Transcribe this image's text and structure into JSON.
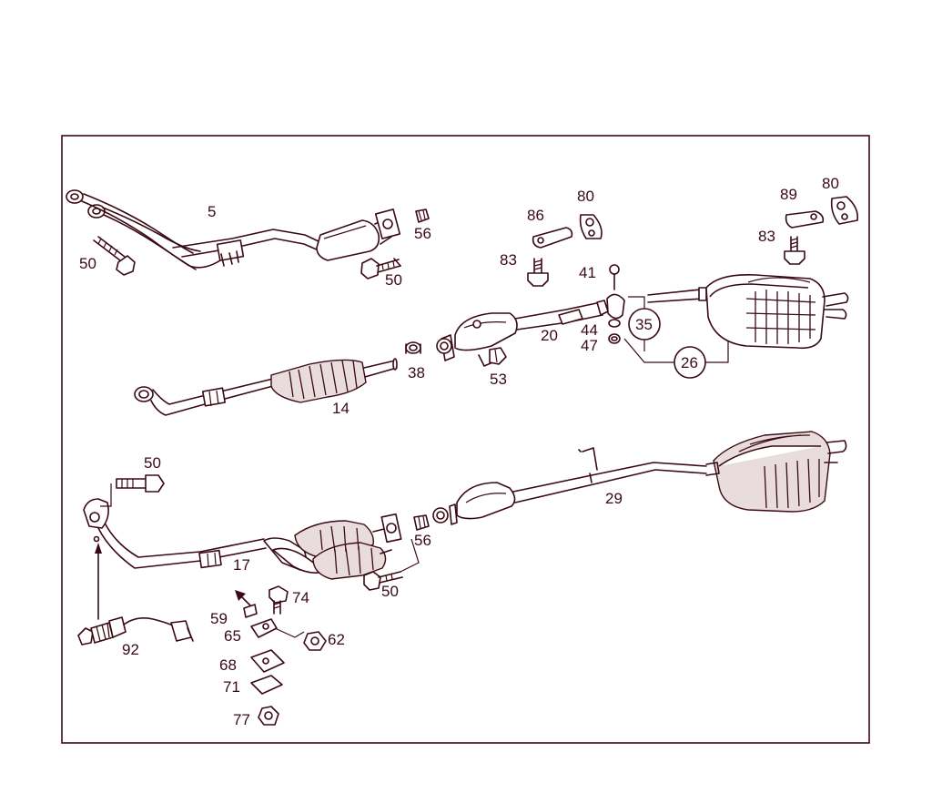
{
  "diagram": {
    "colors": {
      "ink": "#3a0a14",
      "background": "#ffffff",
      "shade": "#e9dcdc"
    },
    "callouts": [
      {
        "id": "c5",
        "text": "5"
      },
      {
        "id": "c50a",
        "text": "50"
      },
      {
        "id": "c56a",
        "text": "56"
      },
      {
        "id": "c50b",
        "text": "50"
      },
      {
        "id": "c86",
        "text": "86"
      },
      {
        "id": "c80a",
        "text": "80"
      },
      {
        "id": "c83a",
        "text": "83"
      },
      {
        "id": "c89",
        "text": "89"
      },
      {
        "id": "c80b",
        "text": "80"
      },
      {
        "id": "c83b",
        "text": "83"
      },
      {
        "id": "c41",
        "text": "41"
      },
      {
        "id": "c35",
        "text": "35"
      },
      {
        "id": "c44",
        "text": "44"
      },
      {
        "id": "c47",
        "text": "47"
      },
      {
        "id": "c26",
        "text": "26"
      },
      {
        "id": "c20",
        "text": "20"
      },
      {
        "id": "c38",
        "text": "38"
      },
      {
        "id": "c53",
        "text": "53"
      },
      {
        "id": "c14",
        "text": "14"
      },
      {
        "id": "c50c",
        "text": "50"
      },
      {
        "id": "c29",
        "text": "29"
      },
      {
        "id": "c56b",
        "text": "56"
      },
      {
        "id": "c50d",
        "text": "50"
      },
      {
        "id": "c17",
        "text": "17"
      },
      {
        "id": "c74",
        "text": "74"
      },
      {
        "id": "c59",
        "text": "59"
      },
      {
        "id": "c65",
        "text": "65"
      },
      {
        "id": "c62",
        "text": "62"
      },
      {
        "id": "c92",
        "text": "92"
      },
      {
        "id": "c68",
        "text": "68"
      },
      {
        "id": "c71",
        "text": "71"
      },
      {
        "id": "c77",
        "text": "77"
      }
    ]
  }
}
